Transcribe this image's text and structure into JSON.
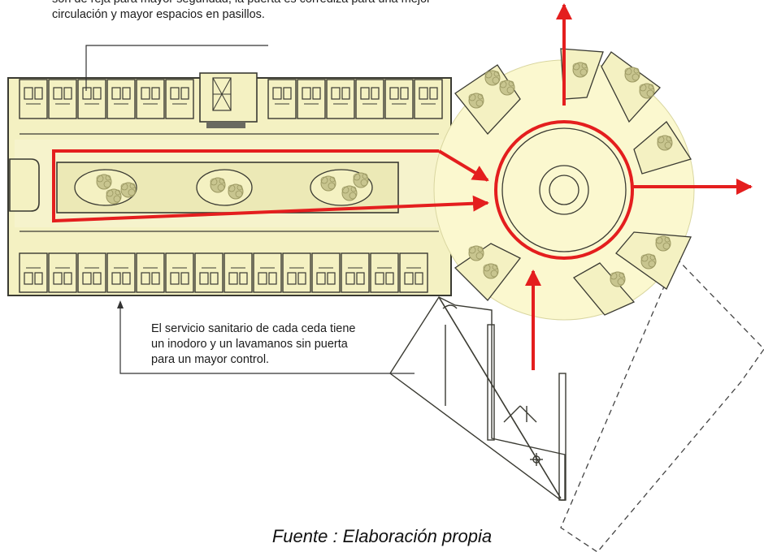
{
  "annotations": {
    "top_note": [
      "son de reja para mayor seguridad, la puerta es corrediza para una mejor",
      "circulación y mayor espacios en pasillos."
    ],
    "bottom_note": [
      "El servicio sanitario de cada ceda tiene",
      "un inodoro y un lavamanos sin puerta",
      "para un mayor control."
    ]
  },
  "caption": "Fuente : Elaboración propia",
  "colors": {
    "fill": "#f4f1c2",
    "circle_fill": "#fbf8cf",
    "wall": "#3a3a32",
    "circulation_arrow": "#e41e1e",
    "tree": "#b5b27a"
  }
}
